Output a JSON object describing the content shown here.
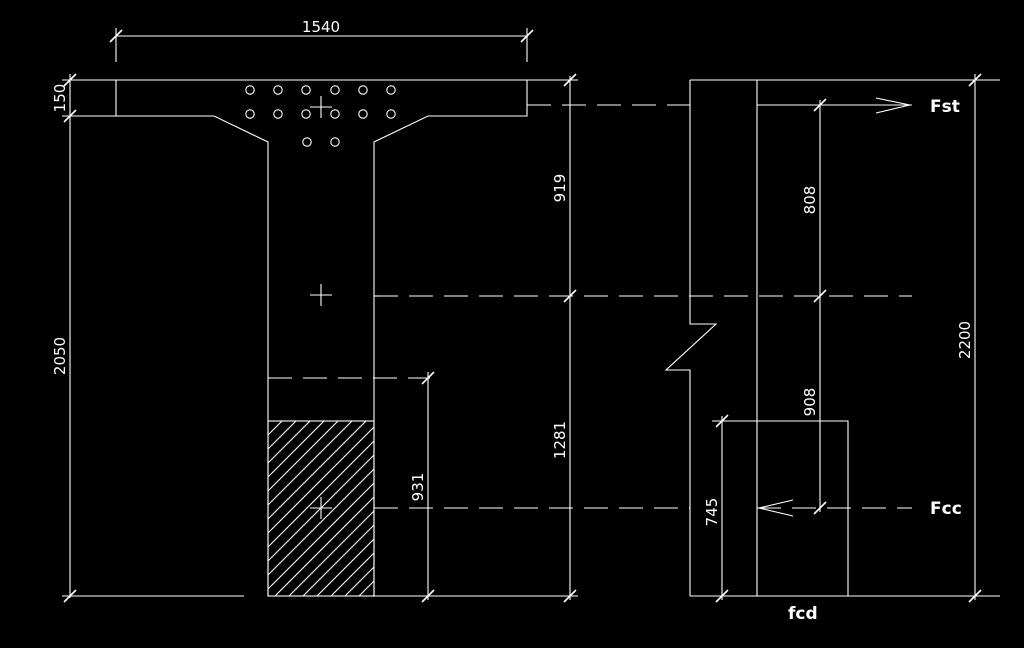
{
  "diagram": {
    "colors": {
      "background": "#000000",
      "stroke": "#ffffff"
    },
    "dimensions": {
      "flange_width": "1540",
      "flange_thickness": "150",
      "beam_height": "2050",
      "centroid_to_top": "919",
      "centroid_to_bottom": "1281",
      "compression_zone": "931",
      "stress_block_top": "808",
      "stress_block_bottom": "908",
      "stress_block_depth": "745",
      "total_height": "2200"
    },
    "labels": {
      "tension_force": "Fst",
      "compression_force": "Fcc",
      "design_strength": "fcd"
    }
  }
}
